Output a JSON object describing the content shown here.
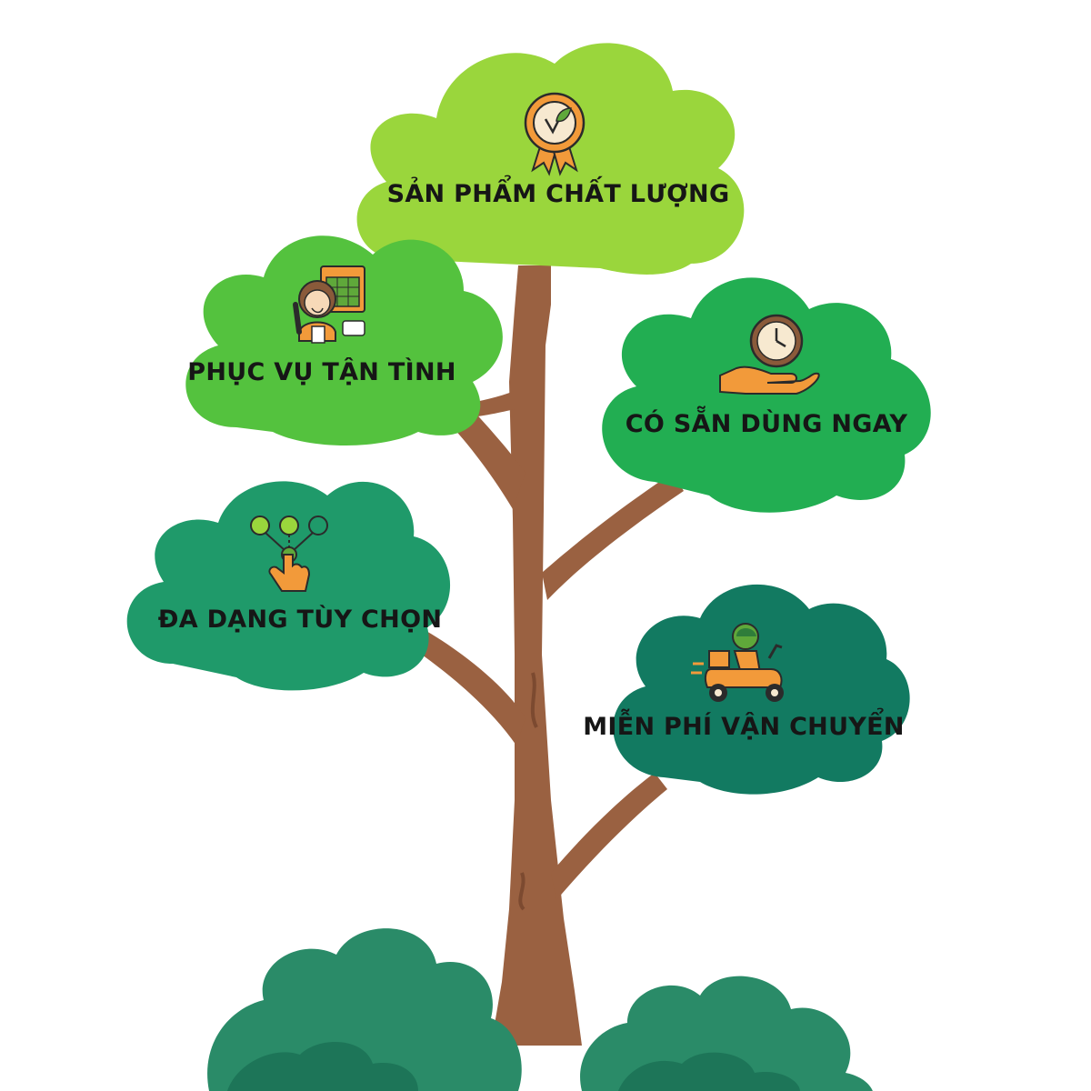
{
  "nodes": {
    "top": {
      "label": "SẢN PHẨM CHẤT LƯỢNG",
      "icon": "quality-badge-icon",
      "cloud_color": "#9ad63c"
    },
    "left_upper": {
      "label": "PHỤC VỤ TẬN TÌNH",
      "icon": "customer-service-icon",
      "cloud_color": "#54c23e"
    },
    "right_upper": {
      "label": "CÓ SẴN DÙNG NGAY",
      "icon": "clock-in-hand-icon",
      "cloud_color": "#22ae52"
    },
    "left_lower": {
      "label": "ĐA DẠNG TÙY CHỌN",
      "icon": "options-choice-icon",
      "cloud_color": "#1f9a6a"
    },
    "right_lower": {
      "label": "MIỄN PHÍ VẬN CHUYỂN",
      "icon": "delivery-scooter-icon",
      "cloud_color": "#127a61"
    }
  },
  "colors": {
    "trunk": "#9a6141",
    "trunk_dark": "#7c4a30",
    "bush": "#2a8b68",
    "bush_dark": "#1d7558",
    "icon_orange": "#f29a3a",
    "icon_outline": "#2b2b2b"
  }
}
